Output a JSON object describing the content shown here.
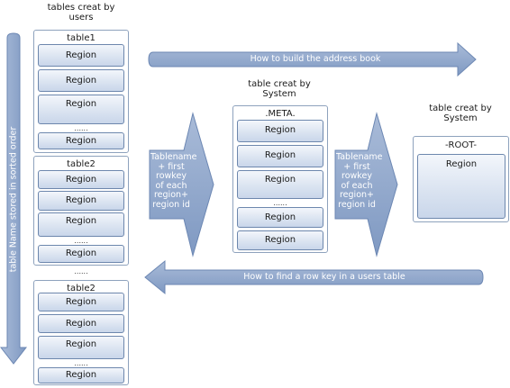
{
  "colors": {
    "arrow_fill": "#8ea5c9",
    "arrow_edge": "#6c87b3",
    "region_border": "#6d87ad",
    "group_border": "#8ea2bd"
  },
  "labels": {
    "users_header": "tables creat by users",
    "meta_header": "table creat by System",
    "root_header": "table creat by System"
  },
  "arrows": {
    "build": "How to build the address book",
    "find": "How to find a row key in a users table",
    "sorted": "table Name stored in sorted order",
    "bulb_left": "Tablename + first rowkey of each region+ region id",
    "bulb_right": "Tablename + first rowkey of each region+ region id"
  },
  "groups": {
    "table1": {
      "title": "table1",
      "regions": [
        "Region",
        "Region",
        "Region",
        "Region"
      ],
      "dots": "......"
    },
    "table2a": {
      "title": "table2",
      "regions": [
        "Region",
        "Region",
        "Region",
        "Region"
      ],
      "dots": "......"
    },
    "between_dots": "......",
    "table2b": {
      "title": "table2",
      "regions": [
        "Region",
        "Region",
        "Region",
        "Region"
      ],
      "dots": "......"
    },
    "meta": {
      "title": ".META.",
      "regions": [
        "Region",
        "Region",
        "Region",
        "Region",
        "Region"
      ],
      "dots": "......"
    },
    "root": {
      "title": "-ROOT-",
      "region": "Region"
    }
  }
}
